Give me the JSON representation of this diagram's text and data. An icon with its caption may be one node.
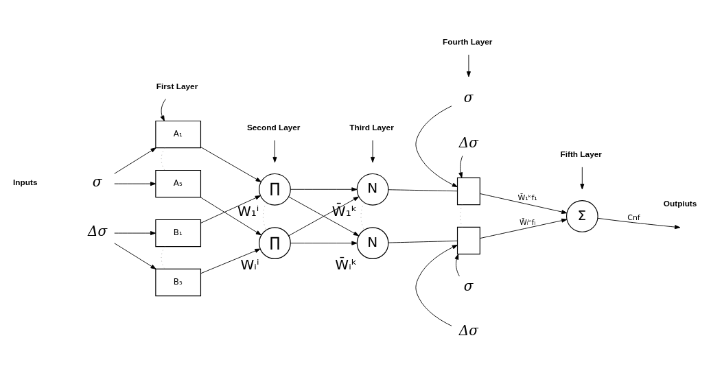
{
  "diagram": {
    "nodes": [
      {
        "text": [
          "First Layer"
        ]
      },
      {
        "text": [
          "Second Layer"
        ]
      },
      {
        "text": [
          "Third Layer"
        ]
      },
      {
        "text": [
          "Fourth Layer"
        ]
      },
      {
        "text": [
          "Fifth Layer"
        ]
      },
      {
        "text": [
          "σ"
        ]
      },
      {
        "text": [
          "Δσ"
        ]
      },
      {
        "text": [
          "A₁"
        ]
      },
      {
        "text": [
          "A₅"
        ]
      },
      {
        "text": [
          "B₁"
        ]
      },
      {
        "text": [
          "B₅"
        ]
      },
      {
        "text": [
          "∏"
        ],
        "beside": [
          "W₁ⁱ"
        ]
      },
      {
        "text": [
          "∏"
        ],
        "beside": [
          "Wᵢⁱ"
        ]
      },
      {
        "text": [
          "N"
        ],
        "beside": [
          "W̄₁ᵏ"
        ]
      },
      {
        "text": [
          "N"
        ],
        "beside": [
          "W̄ᵢᵏ"
        ]
      },
      {
        "text": [
          "σ"
        ]
      },
      {
        "text": [
          "Δσ"
        ]
      },
      {
        "text": [],
        "shape": "box"
      },
      {
        "text": [],
        "shape": "box"
      },
      {
        "text": [
          "σ"
        ]
      },
      {
        "text": [
          "Δσ"
        ]
      },
      {
        "text": [
          "Σ"
        ]
      }
    ],
    "edges": [
      {
        "from": 0,
        "to": 7,
        "arrow": "to"
      },
      {
        "from": 1,
        "to": null,
        "arrow": "to"
      },
      {
        "from": 2,
        "to": null,
        "arrow": "to"
      },
      {
        "from": 3,
        "to": null,
        "arrow": "to"
      },
      {
        "from": 4,
        "to": null,
        "arrow": "to"
      },
      {
        "from": 5,
        "to": 7,
        "arrow": "to"
      },
      {
        "from": 5,
        "to": 8,
        "arrow": "to"
      },
      {
        "from": 6,
        "to": 9,
        "arrow": "to"
      },
      {
        "from": 6,
        "to": 10,
        "arrow": "to"
      },
      {
        "from": 7,
        "to": 8,
        "arrow": "none",
        "style": "dashed",
        "color": "#999999"
      },
      {
        "from": 9,
        "to": 10,
        "arrow": "none",
        "style": "dashed",
        "color": "#999999"
      },
      {
        "from": 7,
        "to": 11,
        "arrow": "to"
      },
      {
        "from": 8,
        "to": 12,
        "arrow": "to"
      },
      {
        "from": 9,
        "to": 11,
        "arrow": "to"
      },
      {
        "from": 10,
        "to": 12,
        "arrow": "to"
      },
      {
        "from": 11,
        "to": 12,
        "arrow": "none",
        "style": "dashed",
        "color": "#999999"
      },
      {
        "from": 11,
        "to": 13,
        "arrow": "to"
      },
      {
        "from": 11,
        "to": 14,
        "arrow": "to"
      },
      {
        "from": 12,
        "to": 13,
        "arrow": "to"
      },
      {
        "from": 12,
        "to": 14,
        "arrow": "to"
      },
      {
        "from": 13,
        "to": 14,
        "arrow": "none",
        "style": "dashed",
        "color": "#999999"
      },
      {
        "from": 13,
        "to": 17,
        "arrow": "none"
      },
      {
        "from": 14,
        "to": 18,
        "arrow": "none"
      },
      {
        "from": 15,
        "to": 17,
        "arrow": "to"
      },
      {
        "from": 16,
        "to": 17,
        "arrow": "to"
      },
      {
        "from": 17,
        "to": 18,
        "arrow": "none",
        "style": "dashed",
        "color": "#999999"
      },
      {
        "from": 19,
        "to": 18,
        "arrow": "to"
      },
      {
        "from": 20,
        "to": 18,
        "arrow": "to"
      },
      {
        "from": 17,
        "to": 21,
        "arrow": "to",
        "label": "W̄₁ᵏf₁"
      },
      {
        "from": 18,
        "to": 21,
        "arrow": "to",
        "label": "W̄ᵢᵏfᵢ"
      },
      {
        "from": 21,
        "to": null,
        "arrow": "to",
        "label": "Cnf"
      }
    ],
    "labels": [
      "Inputs",
      "Outpiuts"
    ]
  }
}
